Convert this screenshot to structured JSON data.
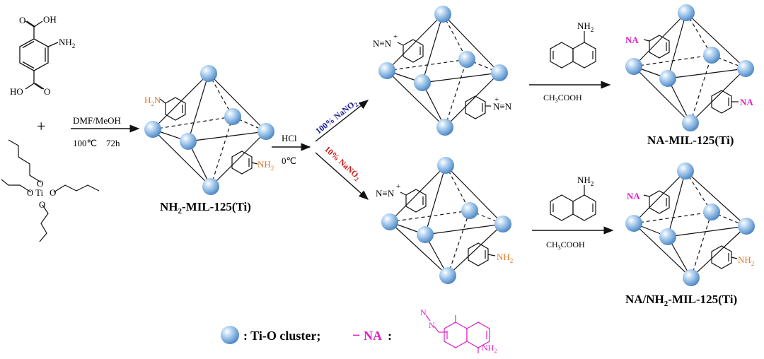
{
  "colors": {
    "orange": "#e07b2a",
    "magenta": "#e020c8",
    "blue": "#1b1b9a",
    "red": "#cc1a1a",
    "ink": "#111111",
    "node": "#7fb0e0"
  },
  "reactants": {
    "acid": {
      "cooh_top": "OH",
      "o_top": "O",
      "nh2": "NH",
      "nh2_sub": "2",
      "ho_bottom": "HO",
      "o_bottom": "O"
    },
    "plus": "+",
    "ti": {
      "ti": "Ti",
      "o1": "O",
      "o2": "O",
      "o3": "O",
      "o4": "O"
    }
  },
  "steps": {
    "solvent": "DMF/MeOH",
    "temp": "100℃",
    "time": "72h",
    "hcl": "HCl",
    "cold": "0℃",
    "nano2_full": {
      "pct": "100% NaNO",
      "sub": "2"
    },
    "nano2_part": {
      "pct": "10% NaNO",
      "sub": "2"
    },
    "acetic_top": {
      "a": "CH",
      "sub": "3",
      "b": "COOH"
    },
    "acetic_bot": {
      "a": "CH",
      "sub": "3",
      "b": "COOH"
    },
    "naph_top": {
      "nh": "NH",
      "sub": "2"
    },
    "naph_bot": {
      "nh": "NH",
      "sub": "2"
    }
  },
  "frameworks": {
    "mof1": {
      "label_a": "NH",
      "label_sub": "2",
      "label_b": "-MIL-125(Ti)",
      "grp1": {
        "a": "H",
        "sub": "2",
        "b": "N"
      },
      "grp2": {
        "a": "NH",
        "sub": "2"
      }
    },
    "diazo_full": {
      "g1": "N≡N",
      "g1_plus": "+",
      "g2": "N≡N",
      "g2_plus": "+"
    },
    "diazo_part": {
      "g1": "N≡N",
      "g1_plus": "+",
      "g2": {
        "a": "NH",
        "sub": "2"
      }
    },
    "na_full": {
      "label": "NA-MIL-125(Ti)",
      "g1": "NA",
      "g2": "NA"
    },
    "na_part": {
      "label_a": "NA/NH",
      "label_sub": "2",
      "label_b": "-MIL-125(Ti)",
      "g1": "NA",
      "g2": {
        "a": "NH",
        "sub": "2"
      }
    }
  },
  "legend": {
    "cluster": ": Ti-O cluster;",
    "dash": "−",
    "na": "NA",
    "colon": ":",
    "n1": "N",
    "n2": "N",
    "nh": "NH",
    "sub": "2"
  }
}
